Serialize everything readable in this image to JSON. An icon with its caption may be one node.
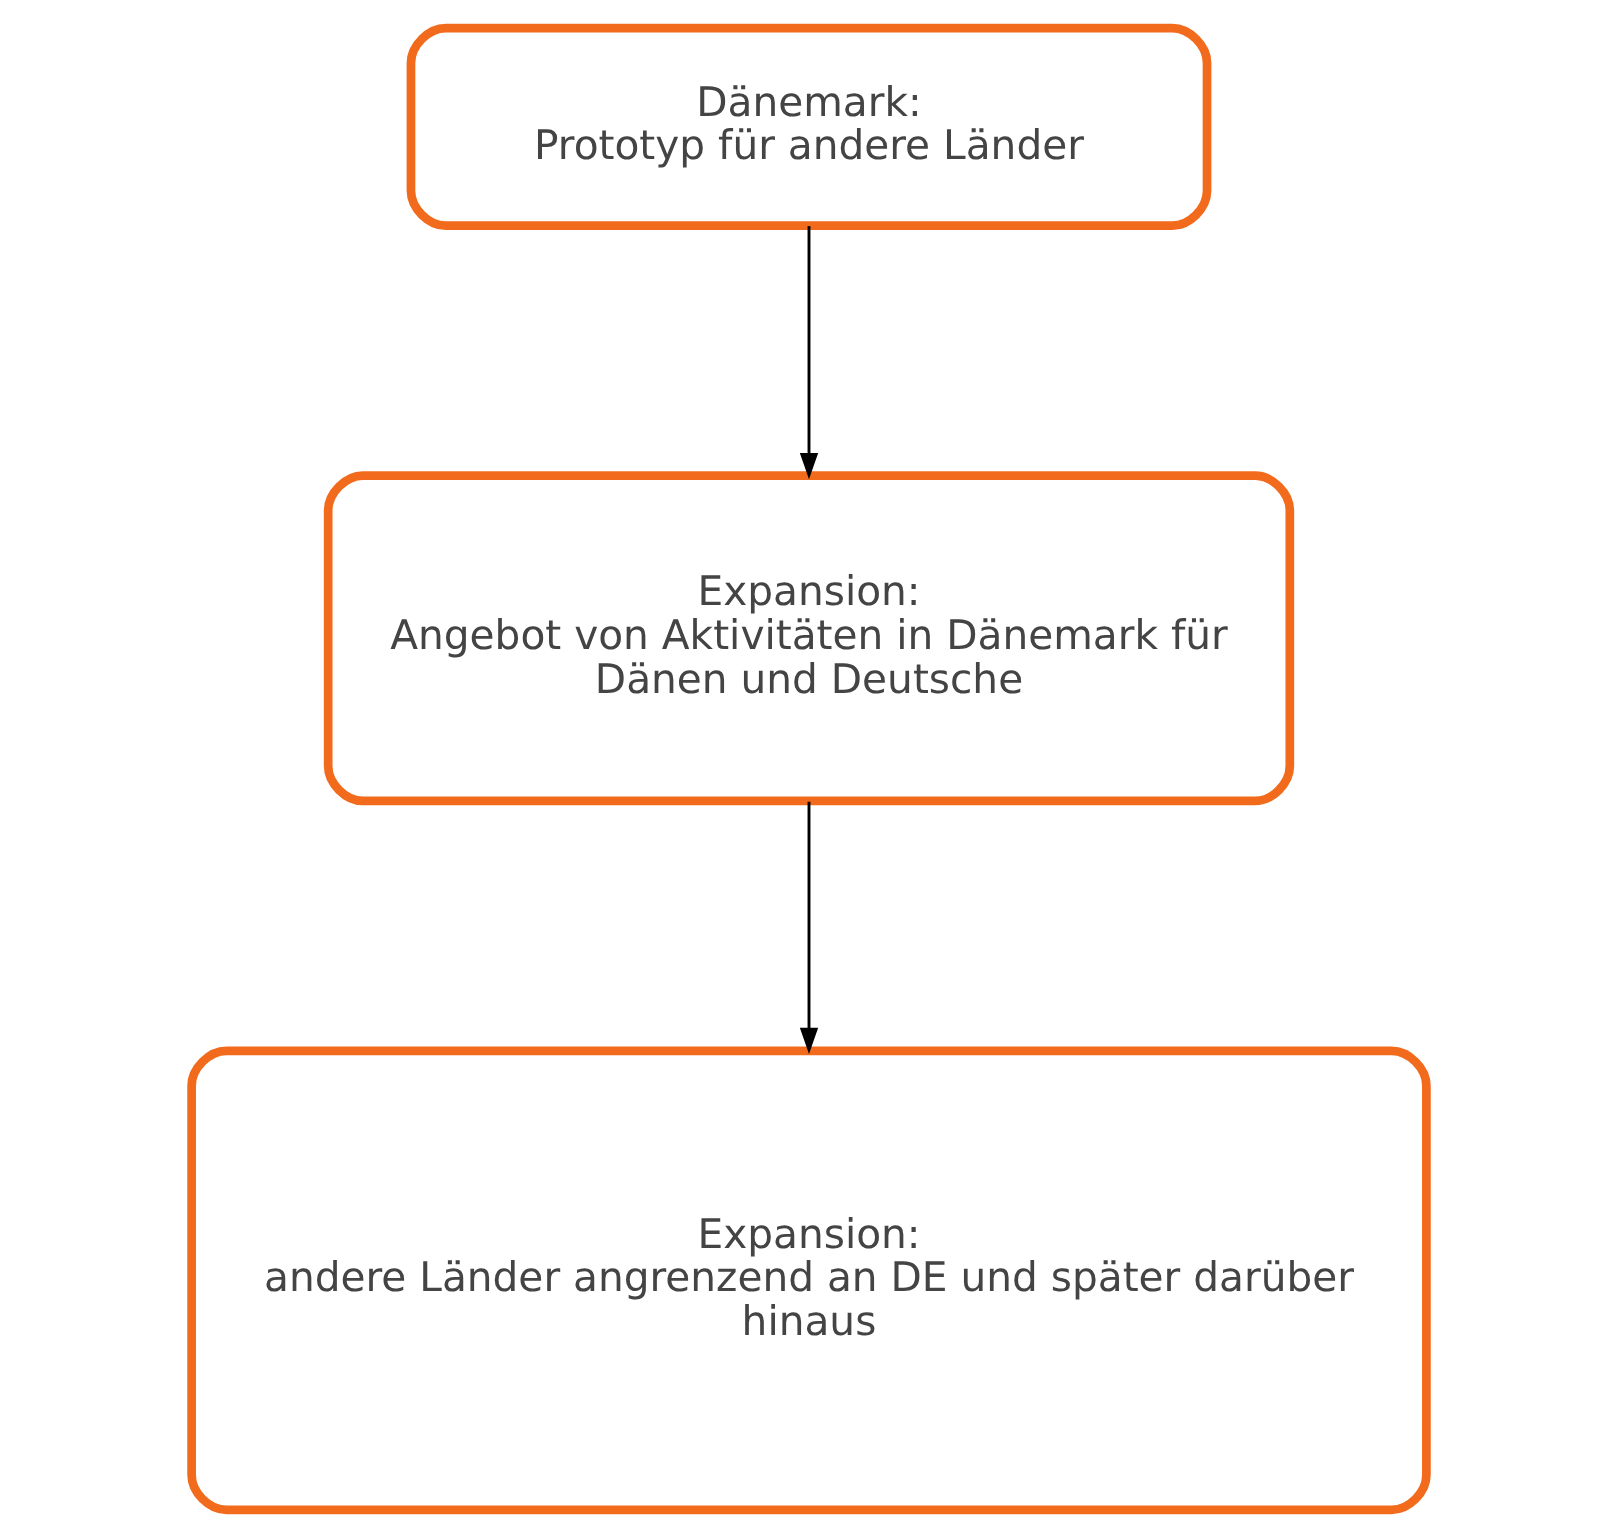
{
  "diagram": {
    "nodes": [
      {
        "text": [
          "Dänemark:",
          "Prototyp für andere Länder"
        ]
      },
      {
        "text": [
          "Expansion:",
          "Angebot von Aktivitäten in Dänemark für Dänen und Deutsche"
        ]
      },
      {
        "text": [
          "Expansion:",
          "andere Länder angrenzend an DE und später darüber hinaus"
        ]
      }
    ],
    "edges": [
      {
        "from": 0,
        "to": 1,
        "arrow": "to"
      },
      {
        "from": 1,
        "to": 2,
        "arrow": "to"
      }
    ]
  }
}
